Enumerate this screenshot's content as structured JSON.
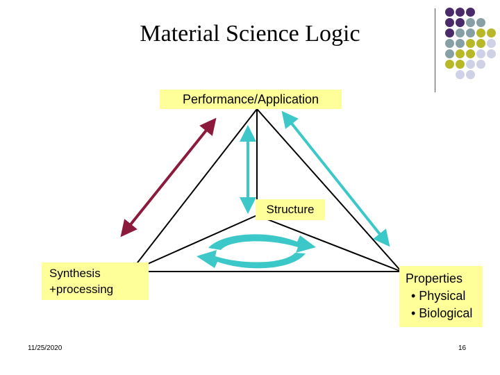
{
  "slide": {
    "title": "Material Science Logic",
    "date": "11/25/2020",
    "page_number": "16"
  },
  "diagram": {
    "top_label": "Performance/Application",
    "center_label": "Structure",
    "left_label_line1": "Synthesis",
    "left_label_line2": "+processing",
    "right_label_title": "Properties",
    "right_label_item1": "• Physical",
    "right_label_item2": "• Biological"
  },
  "colors": {
    "label_fill": "#ffff99",
    "arrow_left": "#8b1a3c",
    "arrow_teal": "#3cc8c8",
    "cycle_arrows": "#3cc8c8",
    "lines": "#000000",
    "dot_purple": "#4b2a6a",
    "dot_gray": "#86a0a6",
    "dot_olive": "#b9b829",
    "dot_light": "#cfd1e6"
  },
  "icons": {
    "cycle": "cycle-arrows-icon",
    "decoration": "dot-grid-decoration"
  }
}
